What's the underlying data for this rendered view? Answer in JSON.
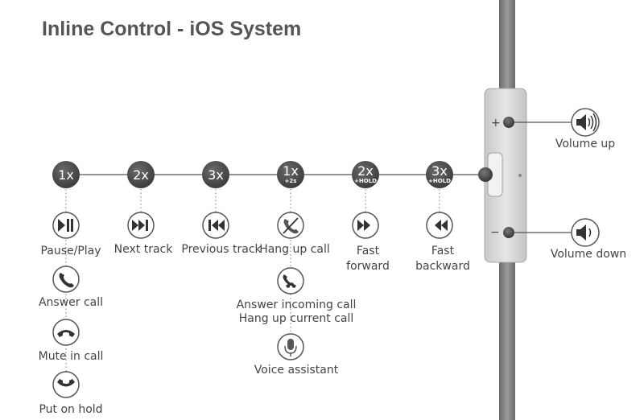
{
  "title": "Inline Control - iOS System",
  "remote": {
    "plus": "+",
    "minus": "−",
    "volume_up": "Volume up",
    "volume_down": "Volume down"
  },
  "presses": [
    {
      "count": "1x",
      "sub": ""
    },
    {
      "count": "2x",
      "sub": ""
    },
    {
      "count": "3x",
      "sub": ""
    },
    {
      "count": "1x",
      "sub": "+2s"
    },
    {
      "count": "2x",
      "sub": "+HOLD"
    },
    {
      "count": "3x",
      "sub": "+HOLD"
    }
  ],
  "actions": {
    "pause_play": "Pause/Play",
    "answer_call": "Answer call",
    "mute_in_call": "Mute in call",
    "put_on_hold": "Put on hold",
    "next_track": "Next track",
    "previous_track": "Previous track",
    "hang_up_call": "Hang up call",
    "answer_incoming_1": "Answer incoming call",
    "answer_incoming_2": "Hang up current call",
    "voice_assistant": "Voice assistant",
    "fast_forward_1": "Fast",
    "fast_forward_2": "forward",
    "fast_backward_1": "Fast",
    "fast_backward_2": "backward"
  },
  "icons": {
    "press": "press-count-badge",
    "play_pause": "play-pause-icon",
    "phone": "phone-icon",
    "mute": "mute-phone-icon",
    "hold": "hold-phone-icon",
    "next": "next-track-icon",
    "previous": "previous-track-icon",
    "hangup": "hang-up-icon",
    "swap": "answer-hangup-icon",
    "mic": "microphone-icon",
    "ff": "fast-forward-icon",
    "rew": "rewind-icon",
    "vol_up": "volume-up-icon",
    "vol_down": "volume-down-icon"
  },
  "colors": {
    "badge": "#4a4a4a",
    "line": "#555555",
    "cable": "#7a7a7a",
    "remote": "#d6d6d6",
    "text": "#444444",
    "title": "#555555"
  }
}
